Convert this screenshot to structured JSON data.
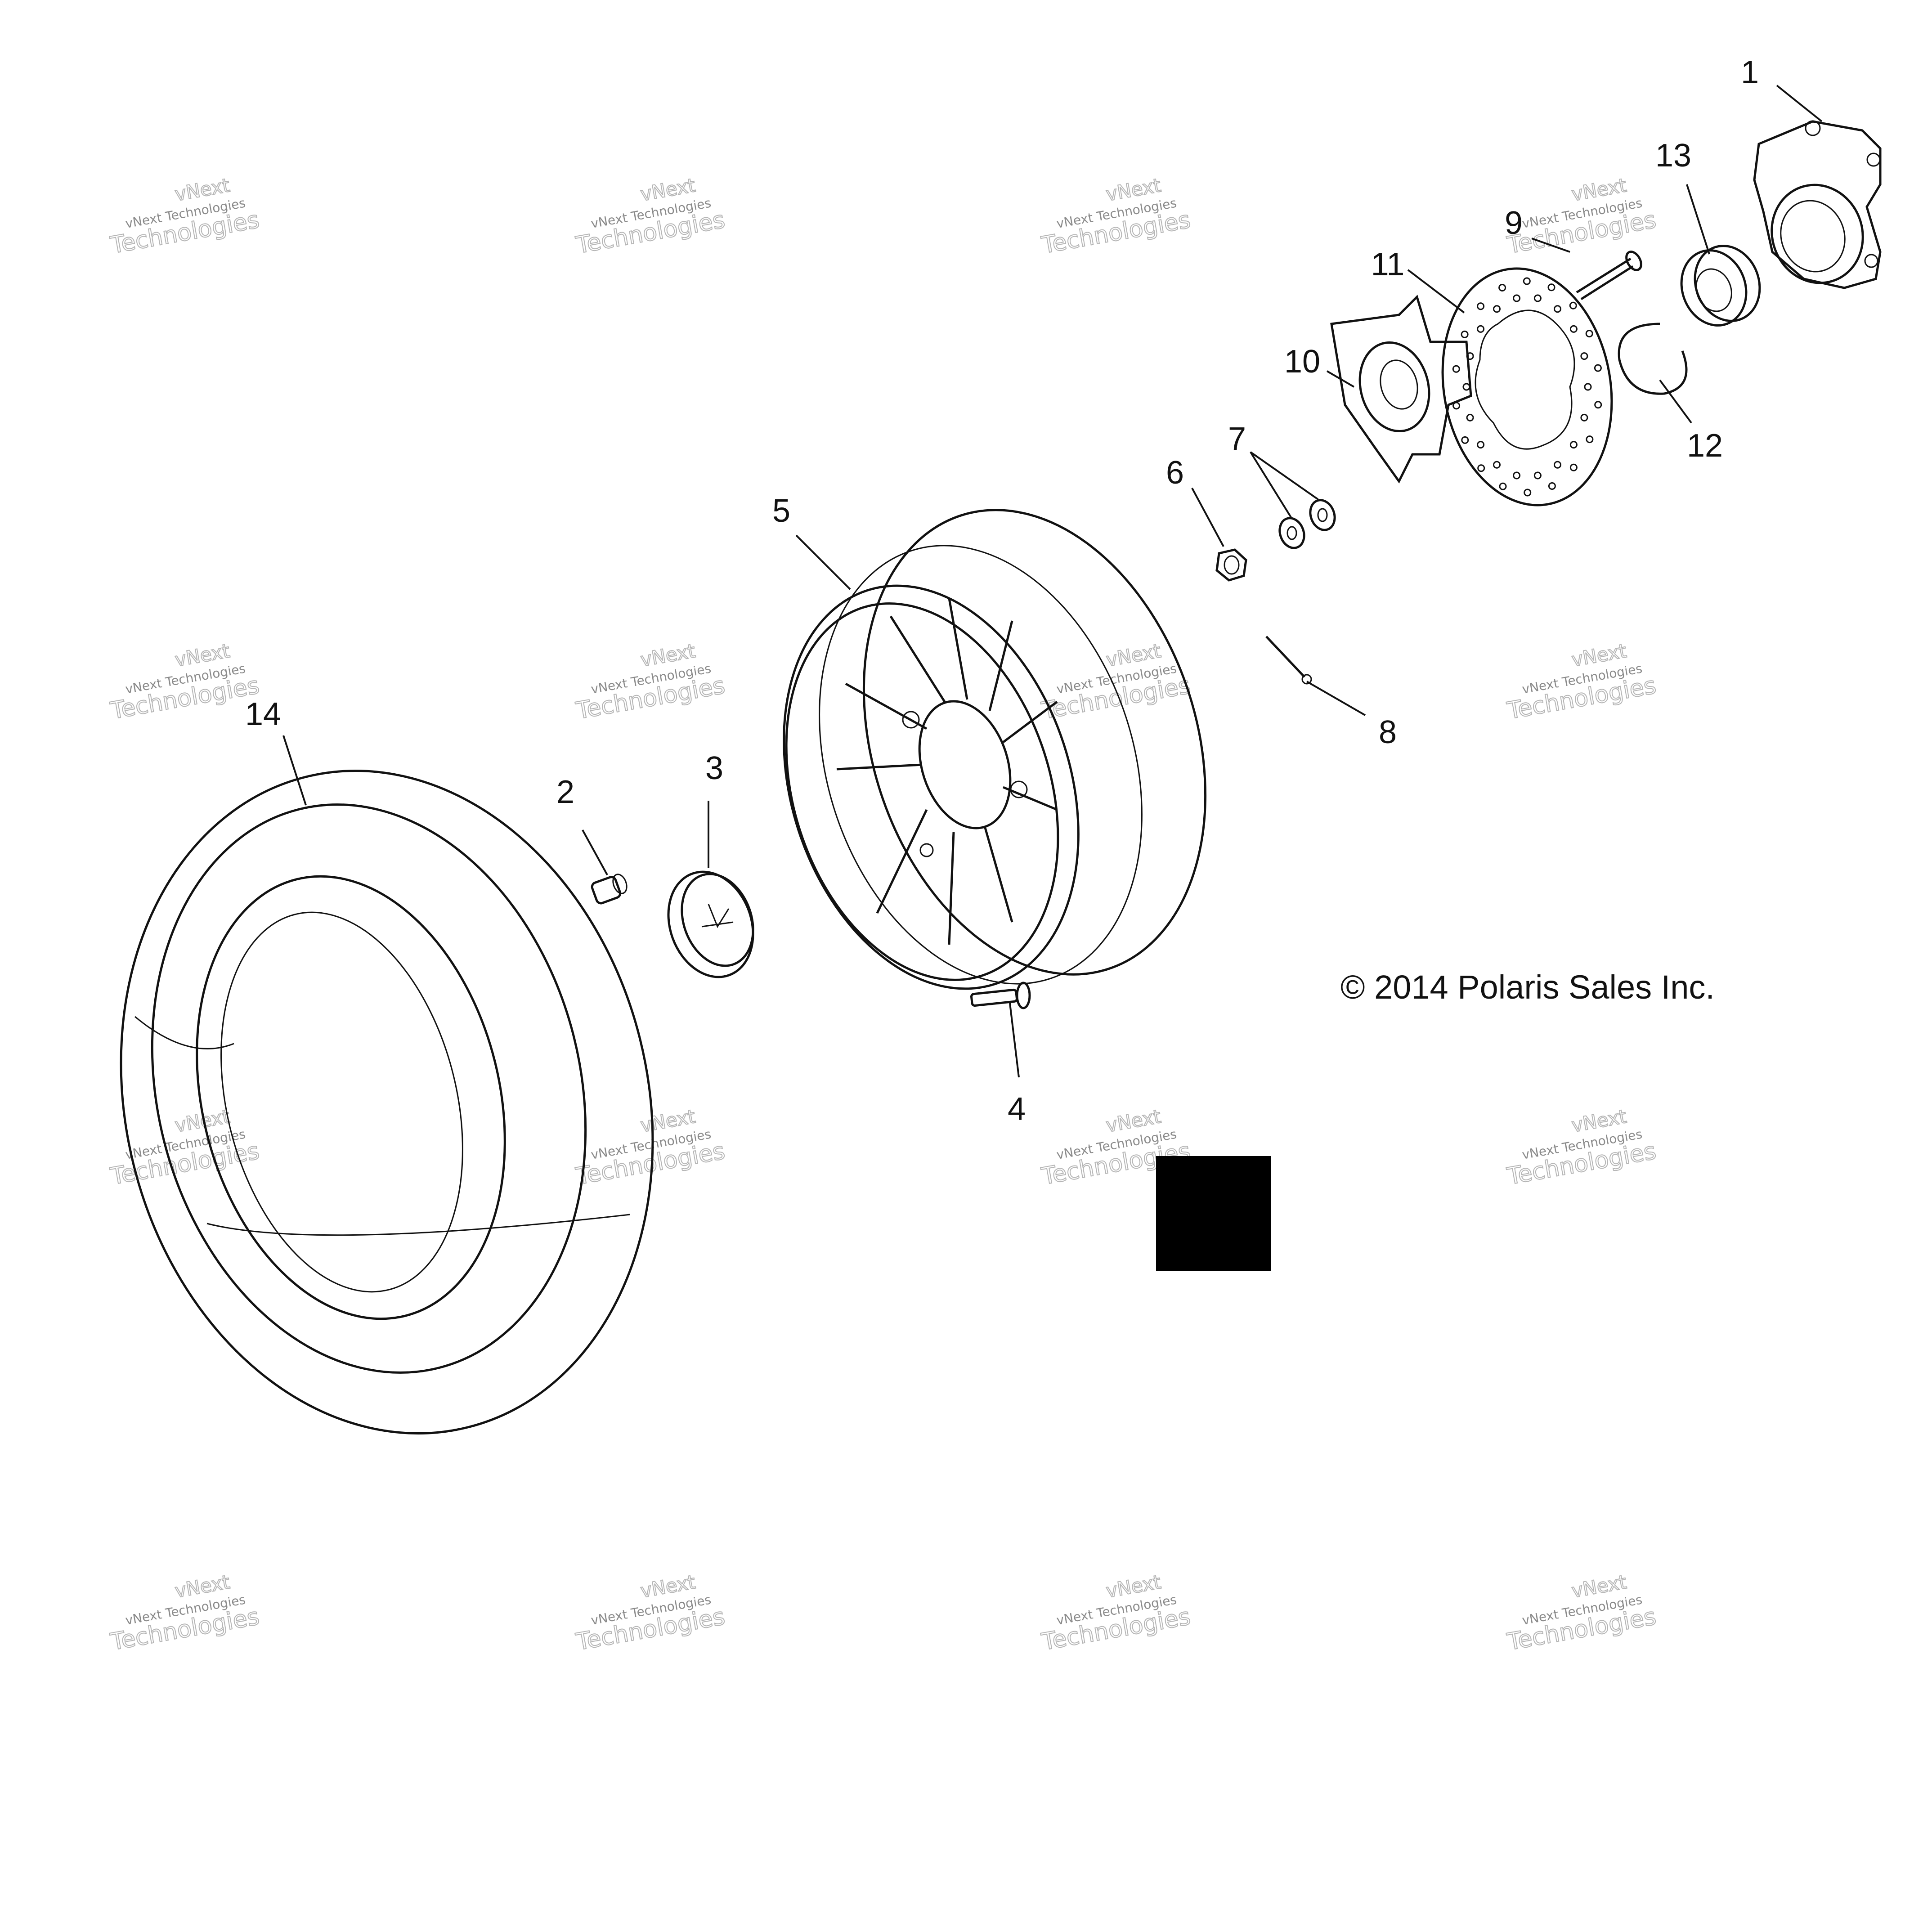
{
  "copyright": "© 2014 Polaris Sales Inc.",
  "watermark": {
    "line1": "vNext Technologies",
    "line2": "Technologies",
    "line3": "vNext"
  },
  "callouts": [
    "1",
    "2",
    "3",
    "4",
    "5",
    "6",
    "7",
    "8",
    "9",
    "10",
    "11",
    "12",
    "13",
    "14"
  ],
  "colors": {
    "ink": "#111111",
    "watermark": "#b5b5b5",
    "block": "#000000"
  }
}
